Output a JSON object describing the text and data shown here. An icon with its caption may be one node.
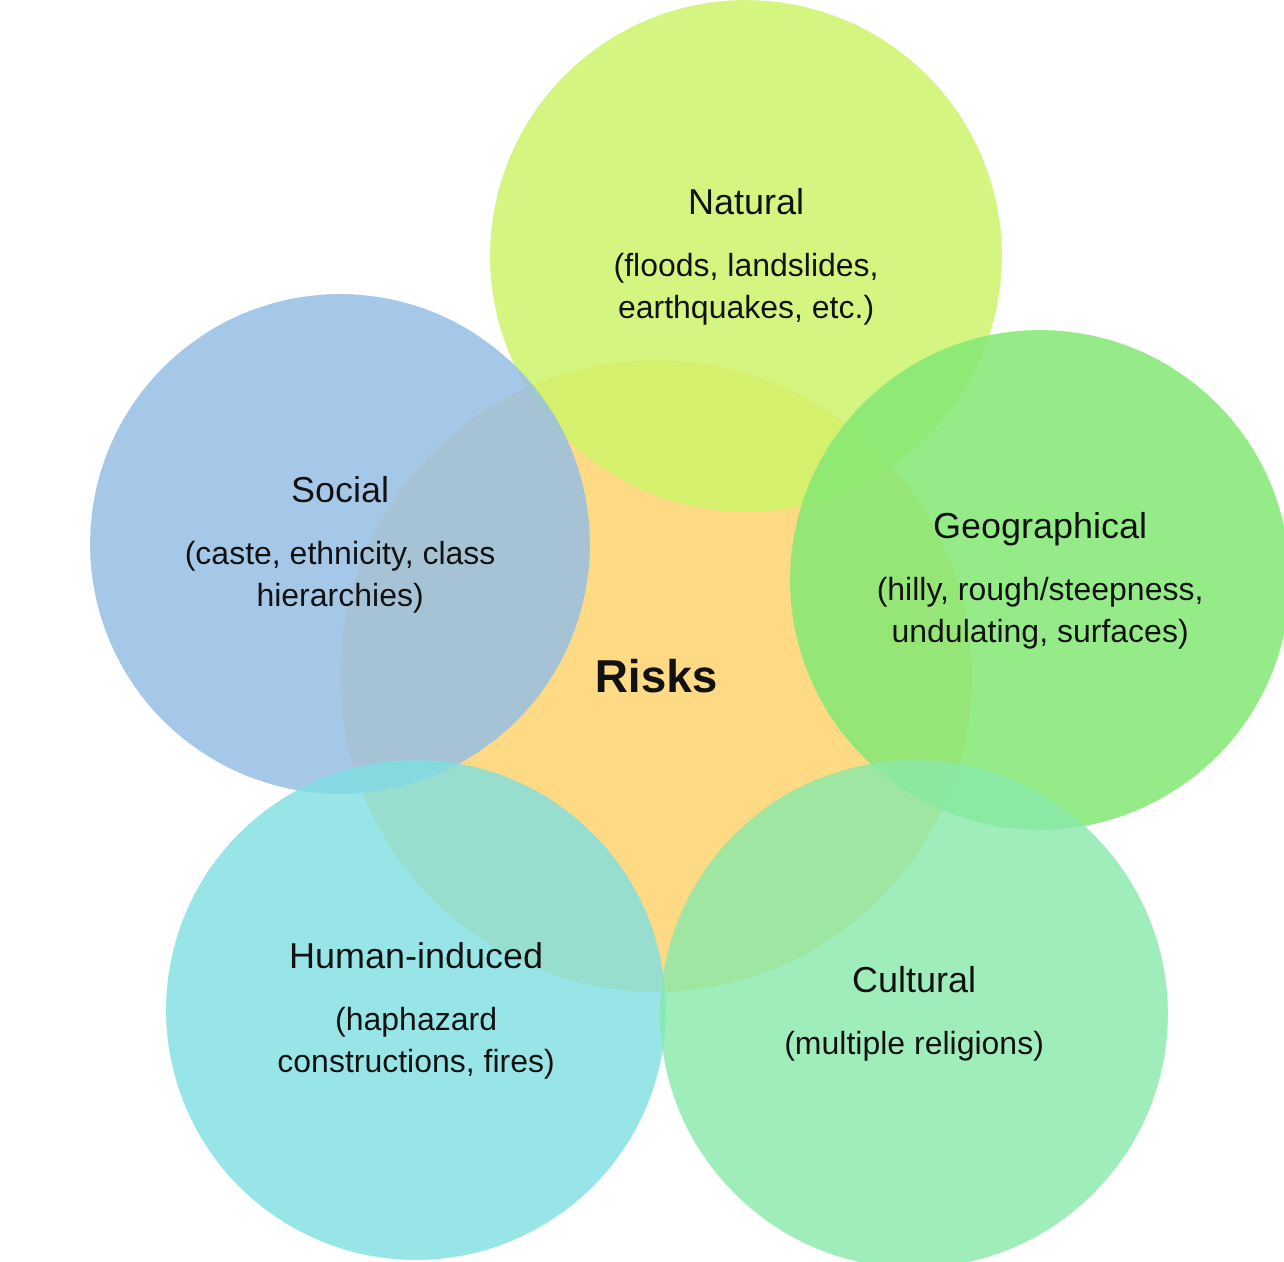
{
  "diagram": {
    "nodes": [
      {
        "text": [
          "Natural",
          "(floods, landslides, earthquakes, etc.)"
        ]
      },
      {
        "text": [
          "Social",
          "(caste, ethnicity, class hierarchies)"
        ]
      },
      {
        "text": [
          "Geographical",
          "(hilly, rough/steepness, undulating, surfaces)"
        ]
      },
      {
        "text": [
          "Risks"
        ]
      },
      {
        "text": [
          "Human-induced",
          "(haphazard constructions, fires)"
        ]
      },
      {
        "text": [
          "Cultural",
          "(multiple religions)"
        ]
      }
    ],
    "edges": []
  }
}
